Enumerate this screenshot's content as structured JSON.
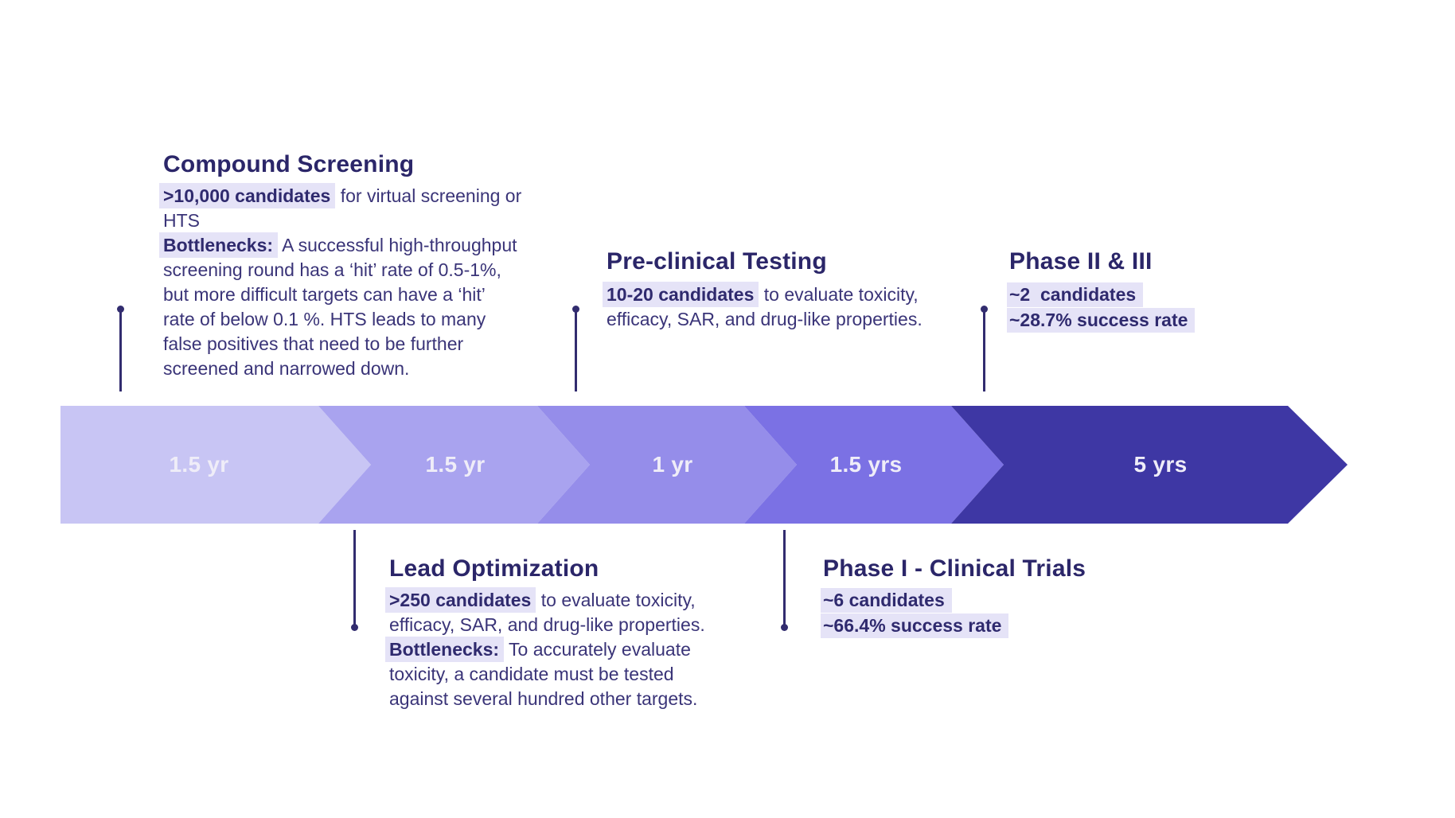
{
  "stages": {
    "compound": {
      "title": "Compound Screening",
      "p1_hl": ">10,000 candidates",
      "p1_rest": " for virtual screening or\nHTS",
      "p2_hl": "Bottlenecks:",
      "p2_rest": " A successful high-throughput\nscreening round has a ‘hit’ rate of 0.5-1%,\nbut more difficult targets can have a ‘hit’\nrate of below 0.1 %. HTS leads to many\nfalse positives that need to be further\nscreened and narrowed down."
    },
    "preclinical": {
      "title": "Pre-clinical Testing",
      "p1_hl": "10-20 candidates",
      "p1_rest": " to evaluate toxicity,\nefficacy, SAR, and drug-like properties."
    },
    "phase2_3": {
      "title": "Phase II & III",
      "stat1": "~2  candidates",
      "stat2": "~28.7% success rate"
    },
    "lead": {
      "title": "Lead Optimization",
      "p1_hl": ">250 candidates",
      "p1_rest": " to evaluate toxicity,\nefficacy, SAR, and drug-like properties.",
      "p2_hl": "Bottlenecks:",
      "p2_rest": " To accurately evaluate\ntoxicity, a candidate must be tested\nagainst several hundred other targets."
    },
    "phase1": {
      "title": "Phase I - Clinical Trials",
      "stat1": "~6 candidates",
      "stat2": "~66.4% success rate"
    }
  },
  "timeline": {
    "segments": [
      {
        "label": "1.5 yr",
        "color": "#c8c5f4"
      },
      {
        "label": "1.5 yr",
        "color": "#a9a3ef"
      },
      {
        "label": "1 yr",
        "color": "#958dea"
      },
      {
        "label": "1.5 yrs",
        "color": "#7b71e4"
      },
      {
        "label": "5 yrs",
        "color": "#3e37a4"
      }
    ]
  },
  "colors": {
    "title_text": "#2b2669",
    "body_text": "#3a3478",
    "highlight_bg": "#e5e3f7",
    "connector": "#322c6f",
    "segment_label_text": "#efedf8",
    "background": "#ffffff"
  }
}
